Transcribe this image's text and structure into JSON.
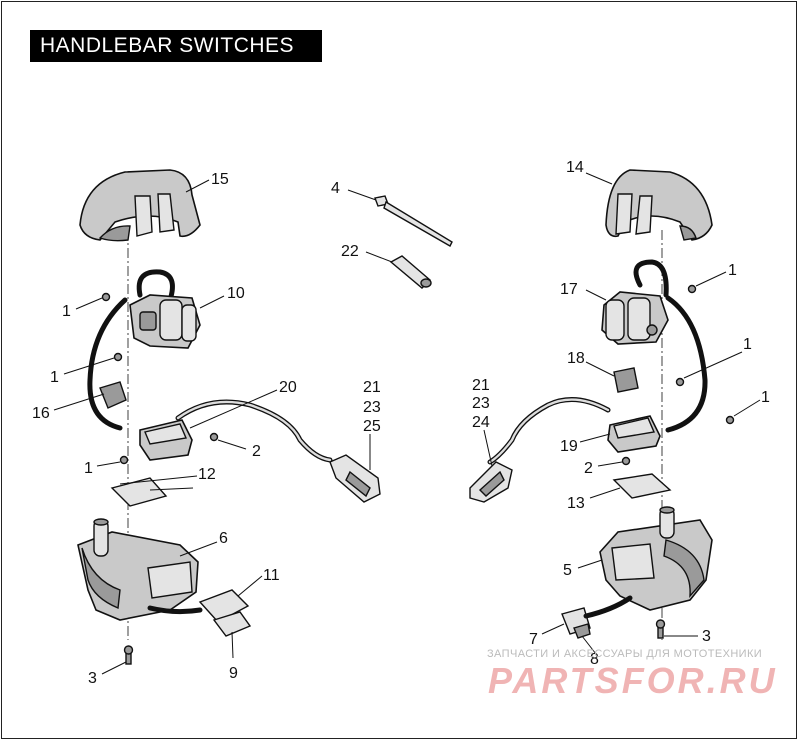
{
  "title": "HANDLEBAR SWITCHES",
  "callouts": {
    "c15": "15",
    "c14": "14",
    "c4": "4",
    "c22": "22",
    "c1a": "1",
    "c10": "10",
    "c1b": "1",
    "c16": "16",
    "c20": "20",
    "c21a": "21",
    "c23a": "23",
    "c25": "25",
    "c2a": "2",
    "c1c": "1",
    "c12": "12",
    "c6": "6",
    "c11": "11",
    "c3a": "3",
    "c9": "9",
    "c1d": "1",
    "c17": "17",
    "c18": "18",
    "c1e": "1",
    "c1f": "1",
    "c21b": "21",
    "c23b": "23",
    "c24": "24",
    "c19": "19",
    "c2b": "2",
    "c13": "13",
    "c5": "5",
    "c7": "7",
    "c3b": "3",
    "c8": "8"
  },
  "watermark": {
    "small": "ЗАПЧАСТИ И АКСЕССУАРЫ ДЛЯ МОТОТЕХНИКИ",
    "big": "PARTSFOR.RU"
  }
}
